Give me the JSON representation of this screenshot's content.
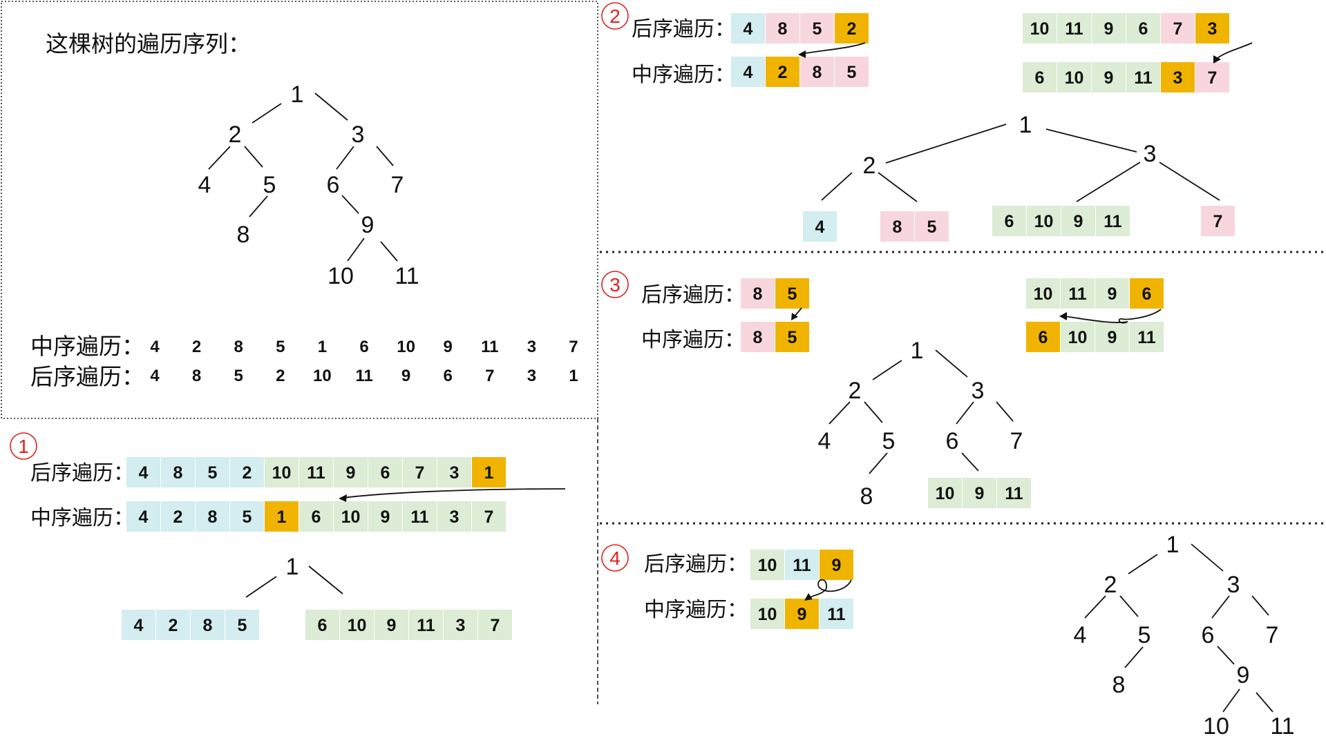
{
  "colors": {
    "cyan": "#d3edf0",
    "pink": "#f7d7dd",
    "green": "#dcecd5",
    "orange": "#f0b400",
    "step_circle": "#e02020"
  },
  "intro": {
    "title": "这棵树的遍历序列：",
    "inorder_label": "中序遍历：",
    "postorder_label": "后序遍历：",
    "inorder": [
      "4",
      "2",
      "8",
      "5",
      "1",
      "6",
      "10",
      "9",
      "11",
      "3",
      "7"
    ],
    "postorder": [
      "4",
      "8",
      "5",
      "2",
      "10",
      "11",
      "9",
      "6",
      "7",
      "3",
      "1"
    ],
    "tree_nodes": [
      "1",
      "2",
      "3",
      "4",
      "5",
      "6",
      "7",
      "8",
      "9",
      "10",
      "11"
    ]
  },
  "step1": {
    "number": "1",
    "post_label": "后序遍历：",
    "in_label": "中序遍历：",
    "post_cells": [
      {
        "v": "4",
        "c": "cyan"
      },
      {
        "v": "8",
        "c": "cyan"
      },
      {
        "v": "5",
        "c": "cyan"
      },
      {
        "v": "2",
        "c": "cyan"
      },
      {
        "v": "10",
        "c": "green"
      },
      {
        "v": "11",
        "c": "green"
      },
      {
        "v": "9",
        "c": "green"
      },
      {
        "v": "6",
        "c": "green"
      },
      {
        "v": "7",
        "c": "green"
      },
      {
        "v": "3",
        "c": "green"
      },
      {
        "v": "1",
        "c": "orange"
      }
    ],
    "in_cells": [
      {
        "v": "4",
        "c": "cyan"
      },
      {
        "v": "2",
        "c": "cyan"
      },
      {
        "v": "8",
        "c": "cyan"
      },
      {
        "v": "5",
        "c": "cyan"
      },
      {
        "v": "1",
        "c": "orange"
      },
      {
        "v": "6",
        "c": "green"
      },
      {
        "v": "10",
        "c": "green"
      },
      {
        "v": "9",
        "c": "green"
      },
      {
        "v": "11",
        "c": "green"
      },
      {
        "v": "3",
        "c": "green"
      },
      {
        "v": "7",
        "c": "green"
      }
    ],
    "root": "1",
    "left_cells": [
      {
        "v": "4",
        "c": "cyan"
      },
      {
        "v": "2",
        "c": "cyan"
      },
      {
        "v": "8",
        "c": "cyan"
      },
      {
        "v": "5",
        "c": "cyan"
      }
    ],
    "right_cells": [
      {
        "v": "6",
        "c": "green"
      },
      {
        "v": "10",
        "c": "green"
      },
      {
        "v": "9",
        "c": "green"
      },
      {
        "v": "11",
        "c": "green"
      },
      {
        "v": "3",
        "c": "green"
      },
      {
        "v": "7",
        "c": "green"
      }
    ]
  },
  "step2": {
    "number": "2",
    "post_label": "后序遍历：",
    "in_label": "中序遍历：",
    "left_post": [
      {
        "v": "4",
        "c": "cyan"
      },
      {
        "v": "8",
        "c": "pink"
      },
      {
        "v": "5",
        "c": "pink"
      },
      {
        "v": "2",
        "c": "orange"
      }
    ],
    "left_in": [
      {
        "v": "4",
        "c": "cyan"
      },
      {
        "v": "2",
        "c": "orange"
      },
      {
        "v": "8",
        "c": "pink"
      },
      {
        "v": "5",
        "c": "pink"
      }
    ],
    "right_post": [
      {
        "v": "10",
        "c": "green"
      },
      {
        "v": "11",
        "c": "green"
      },
      {
        "v": "9",
        "c": "green"
      },
      {
        "v": "6",
        "c": "green"
      },
      {
        "v": "7",
        "c": "pink"
      },
      {
        "v": "3",
        "c": "orange"
      }
    ],
    "right_in": [
      {
        "v": "6",
        "c": "green"
      },
      {
        "v": "10",
        "c": "green"
      },
      {
        "v": "9",
        "c": "green"
      },
      {
        "v": "11",
        "c": "green"
      },
      {
        "v": "3",
        "c": "orange"
      },
      {
        "v": "7",
        "c": "pink"
      }
    ],
    "tree_nodes": [
      "1",
      "2",
      "3"
    ],
    "leaf_groups": [
      [
        {
          "v": "4",
          "c": "cyan"
        }
      ],
      [
        {
          "v": "8",
          "c": "pink"
        },
        {
          "v": "5",
          "c": "pink"
        }
      ],
      [
        {
          "v": "6",
          "c": "green"
        },
        {
          "v": "10",
          "c": "green"
        },
        {
          "v": "9",
          "c": "green"
        },
        {
          "v": "11",
          "c": "green"
        }
      ],
      [
        {
          "v": "7",
          "c": "pink"
        }
      ]
    ]
  },
  "step3": {
    "number": "3",
    "post_label": "后序遍历：",
    "in_label": "中序遍历：",
    "left_post": [
      {
        "v": "8",
        "c": "pink"
      },
      {
        "v": "5",
        "c": "orange"
      }
    ],
    "left_in": [
      {
        "v": "8",
        "c": "pink"
      },
      {
        "v": "5",
        "c": "orange"
      }
    ],
    "right_post": [
      {
        "v": "10",
        "c": "green"
      },
      {
        "v": "11",
        "c": "green"
      },
      {
        "v": "9",
        "c": "green"
      },
      {
        "v": "6",
        "c": "orange"
      }
    ],
    "right_in": [
      {
        "v": "6",
        "c": "orange"
      },
      {
        "v": "10",
        "c": "green"
      },
      {
        "v": "9",
        "c": "green"
      },
      {
        "v": "11",
        "c": "green"
      }
    ],
    "tree_nodes": [
      "1",
      "2",
      "3",
      "4",
      "5",
      "6",
      "7",
      "8"
    ],
    "leaf_group": [
      {
        "v": "10",
        "c": "green"
      },
      {
        "v": "9",
        "c": "green"
      },
      {
        "v": "11",
        "c": "green"
      }
    ]
  },
  "step4": {
    "number": "4",
    "post_label": "后序遍历：",
    "in_label": "中序遍历：",
    "post_cells": [
      {
        "v": "10",
        "c": "green"
      },
      {
        "v": "11",
        "c": "cyan"
      },
      {
        "v": "9",
        "c": "orange"
      }
    ],
    "in_cells": [
      {
        "v": "10",
        "c": "green"
      },
      {
        "v": "9",
        "c": "orange"
      },
      {
        "v": "11",
        "c": "cyan"
      }
    ],
    "tree_nodes": [
      "1",
      "2",
      "3",
      "4",
      "5",
      "6",
      "7",
      "8",
      "9",
      "10",
      "11"
    ]
  }
}
